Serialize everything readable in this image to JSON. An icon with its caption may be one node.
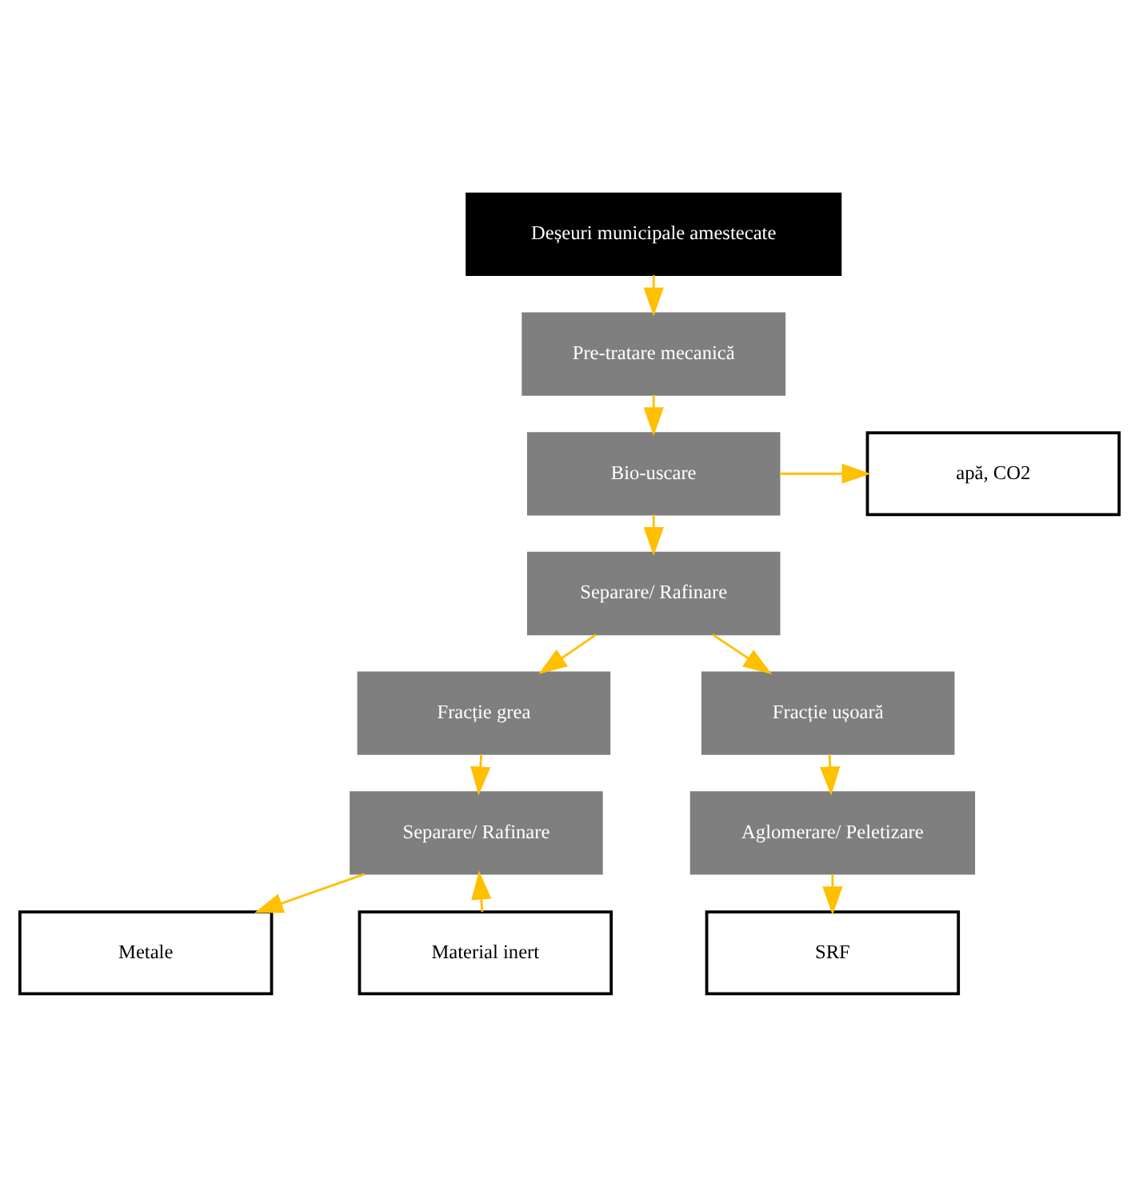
{
  "diagram": {
    "nodes": [
      {
        "text": [
          "Deșeuri municipale amestecate"
        ]
      },
      {
        "text": [
          "Pre-tratare mecanică"
        ]
      },
      {
        "text": [
          "apă, CO2"
        ]
      },
      {
        "text": [
          "Bio-uscare"
        ]
      },
      {
        "text": [
          "Separare/ Rafinare"
        ]
      },
      {
        "text": [
          "Fracție grea"
        ]
      },
      {
        "text": [
          "Fracție ușoară"
        ]
      },
      {
        "text": [
          "Separare/ Rafinare"
        ]
      },
      {
        "text": [
          "Aglomerare/ Peletizare"
        ]
      },
      {
        "text": [
          "Metale"
        ]
      },
      {
        "text": [
          "Material inert"
        ]
      },
      {
        "text": [
          "SRF"
        ]
      }
    ],
    "edges": [
      {
        "from": 0,
        "to": 1,
        "arrow": "to"
      },
      {
        "from": 1,
        "to": 3,
        "arrow": "to"
      },
      {
        "from": 3,
        "to": 2,
        "arrow": "to"
      },
      {
        "from": 3,
        "to": 4,
        "arrow": "to"
      },
      {
        "from": 4,
        "to": 5,
        "arrow": "to"
      },
      {
        "from": 4,
        "to": 6,
        "arrow": "to"
      },
      {
        "from": 5,
        "to": 7,
        "arrow": "to"
      },
      {
        "from": 6,
        "to": 8,
        "arrow": "to"
      },
      {
        "from": 7,
        "to": 9,
        "arrow": "to"
      },
      {
        "from": 10,
        "to": 7,
        "arrow": "to"
      },
      {
        "from": 8,
        "to": 11,
        "arrow": "to"
      }
    ]
  }
}
